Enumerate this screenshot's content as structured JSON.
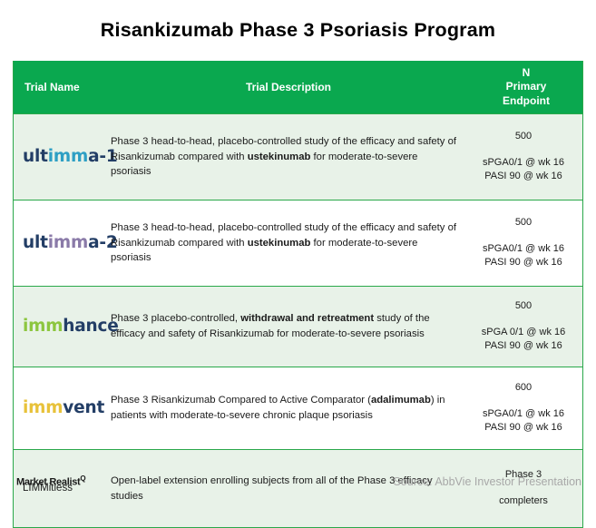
{
  "page": {
    "title": "Risankizumab Phase 3 Psoriasis Program",
    "background": "#ffffff",
    "accent_green": "#0aa84f",
    "border_green": "#2aa84a",
    "row_shade": "#e8f2e8"
  },
  "table": {
    "headers": {
      "trial_name": "Trial Name",
      "trial_description": "Trial Description",
      "n_line1": "N",
      "n_line2": "Primary",
      "n_line3": "Endpoint"
    },
    "rows": [
      {
        "logo": {
          "style": "branded",
          "segments": [
            {
              "text": "ult",
              "color": "#233e66",
              "name": "dark"
            },
            {
              "text": "imm",
              "color": "#2e9fc4",
              "name": "teal"
            },
            {
              "text": "a-1",
              "color": "#233e66",
              "name": "dark"
            }
          ],
          "full_text": "ultimma-1"
        },
        "description_parts": [
          {
            "text": "Phase 3 head-to-head, placebo-controlled study of the efficacy and safety of Risankizumab compared with ",
            "bold": false
          },
          {
            "text": "ustekinumab",
            "bold": true
          },
          {
            "text": " for moderate-to-severe psoriasis",
            "bold": false
          }
        ],
        "description_plain": "Phase 3 head-to-head, placebo-controlled study of the efficacy and safety of Risankizumab compared with ustekinumab for moderate-to-severe psoriasis",
        "n_value": "500",
        "endpoint_line1": "sPGA0/1 @ wk 16",
        "endpoint_line2": "PASI 90 @ wk 16",
        "shaded": true
      },
      {
        "logo": {
          "style": "branded",
          "segments": [
            {
              "text": "ult",
              "color": "#233e66",
              "name": "dark"
            },
            {
              "text": "imm",
              "color": "#8a7aa8",
              "name": "purple"
            },
            {
              "text": "a-2",
              "color": "#233e66",
              "name": "dark"
            }
          ],
          "full_text": "ultimma-2"
        },
        "description_parts": [
          {
            "text": "Phase 3 head-to-head, placebo-controlled study of the efficacy and safety of Risankizumab compared with ",
            "bold": false
          },
          {
            "text": "ustekinumab",
            "bold": true
          },
          {
            "text": " for moderate-to-severe psoriasis",
            "bold": false
          }
        ],
        "description_plain": "Phase 3 head-to-head, placebo-controlled study of the efficacy and safety of Risankizumab compared with ustekinumab for moderate-to-severe psoriasis",
        "n_value": "500",
        "endpoint_line1": "sPGA0/1 @ wk 16",
        "endpoint_line2": "PASI 90 @ wk 16",
        "shaded": false
      },
      {
        "logo": {
          "style": "branded",
          "segments": [
            {
              "text": "imm",
              "color": "#8cc63f",
              "name": "green"
            },
            {
              "text": "hance",
              "color": "#233e66",
              "name": "dark"
            }
          ],
          "full_text": "immhance"
        },
        "description_parts": [
          {
            "text": "Phase 3 placebo-controlled, ",
            "bold": false
          },
          {
            "text": "withdrawal and retreatment",
            "bold": true
          },
          {
            "text": " study of the efficacy and safety of Risankizumab for moderate-to-severe psoriasis",
            "bold": false
          }
        ],
        "description_plain": "Phase 3 placebo-controlled, withdrawal and retreatment study of the efficacy and safety of Risankizumab for moderate-to-severe psoriasis",
        "n_value": "500",
        "endpoint_line1": "sPGA 0/1 @ wk 16",
        "endpoint_line2": "PASI 90 @ wk 16",
        "shaded": true
      },
      {
        "logo": {
          "style": "branded",
          "segments": [
            {
              "text": "imm",
              "color": "#e8c23a",
              "name": "gold"
            },
            {
              "text": "vent",
              "color": "#233e66",
              "name": "dark"
            }
          ],
          "full_text": "immvent"
        },
        "description_parts": [
          {
            "text": "Phase 3 Risankizumab Compared to Active Comparator (",
            "bold": false
          },
          {
            "text": "adalimumab",
            "bold": true
          },
          {
            "text": ") in patients with moderate-to-severe chronic plaque psoriasis",
            "bold": false
          }
        ],
        "description_plain": "Phase 3 Risankizumab Compared to Active Comparator (adalimumab) in patients with moderate-to-severe chronic plaque psoriasis",
        "n_value": "600",
        "endpoint_line1": "sPGA0/1 @ wk 16",
        "endpoint_line2": "PASI 90 @ wk 16",
        "shaded": false
      },
      {
        "logo": {
          "style": "plain",
          "segments": [
            {
              "text": "LIMMitless",
              "color": "#1b1b1b",
              "name": "plain"
            }
          ],
          "full_text": "LIMMitless"
        },
        "description_parts": [
          {
            "text": "Open-label extension enrolling subjects from all of the Phase 3 efficacy studies",
            "bold": false
          }
        ],
        "description_plain": "Open-label extension enrolling subjects from all of the Phase 3 efficacy studies",
        "n_value": "Phase 3",
        "endpoint_line1": "completers",
        "endpoint_line2": "",
        "shaded": true
      }
    ]
  },
  "footer": {
    "brand": "Market Realist",
    "brand_mark": "Q",
    "source": "Source: AbbVie Investor Presentation"
  }
}
